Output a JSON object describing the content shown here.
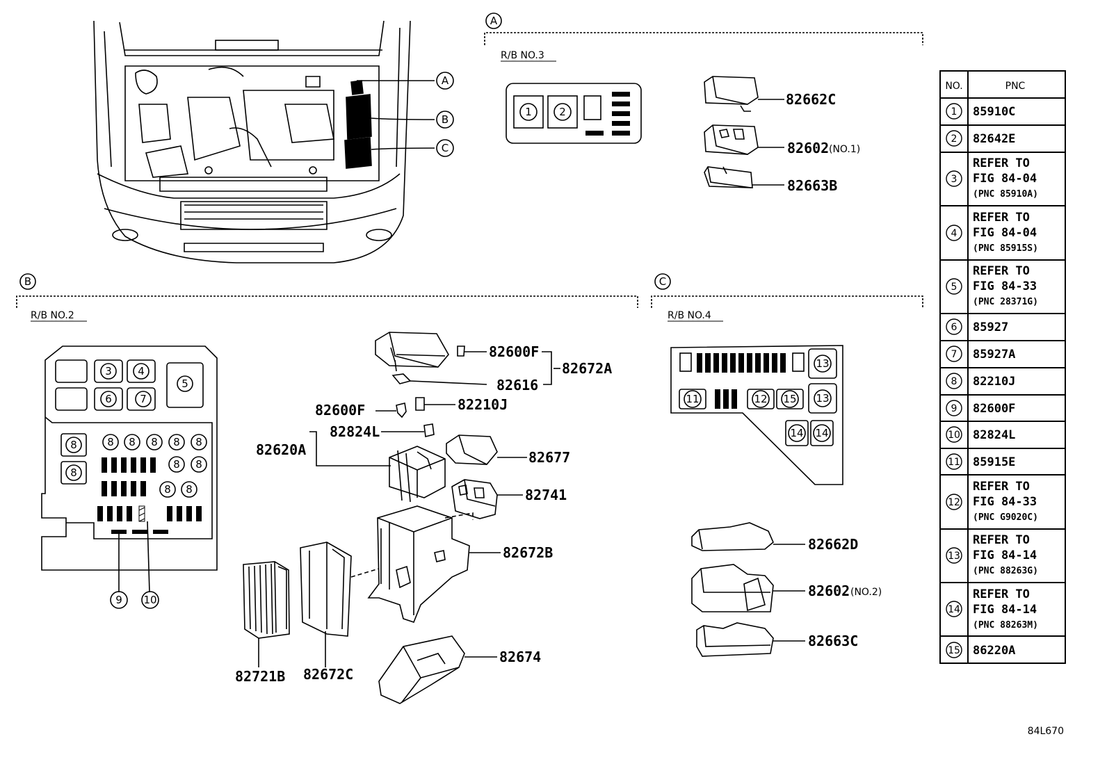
{
  "diagram_id": "84L670",
  "callouts": {
    "a": "A",
    "b": "B",
    "c": "C"
  },
  "sections": {
    "a": {
      "letter": "A",
      "title": "R/B NO.3"
    },
    "b": {
      "letter": "B",
      "title": "R/B NO.2"
    },
    "c": {
      "letter": "C",
      "title": "R/B NO.4"
    }
  },
  "labels": {
    "p82662C": "82662C",
    "p82602_1": "82602",
    "p82602_1_note": "(NO.1)",
    "p82663B": "82663B",
    "p82600F_a": "82600F",
    "p82672A": "82672A",
    "p82616": "82616",
    "p82600F_b": "82600F",
    "p82210J": "82210J",
    "p82824L": "82824L",
    "p82620A": "82620A",
    "p82677": "82677",
    "p82741": "82741",
    "p82672B": "82672B",
    "p82674": "82674",
    "p82721B": "82721B",
    "p82672C": "82672C",
    "p82662D": "82662D",
    "p82602_2": "82602",
    "p82602_2_note": "(NO.2)",
    "p82663C": "82663C"
  },
  "box_numbers": {
    "n1": "1",
    "n2": "2",
    "n3": "3",
    "n4": "4",
    "n5": "5",
    "n6": "6",
    "n7": "7",
    "n8": "8",
    "n9": "9",
    "n10": "10",
    "n11": "11",
    "n12": "12",
    "n13": "13",
    "n14": "14",
    "n15": "15"
  },
  "table": {
    "header_no": "NO.",
    "header_pnc": "PNC",
    "rows": [
      {
        "no": "1",
        "lines": [
          "85910C"
        ]
      },
      {
        "no": "2",
        "lines": [
          "82642E"
        ]
      },
      {
        "no": "3",
        "lines": [
          "REFER TO",
          "FIG 84-04",
          "(PNC 85910A)"
        ]
      },
      {
        "no": "4",
        "lines": [
          "REFER TO",
          "FIG 84-04",
          "(PNC 85915S)"
        ]
      },
      {
        "no": "5",
        "lines": [
          "REFER TO",
          "FIG 84-33",
          "(PNC 28371G)"
        ]
      },
      {
        "no": "6",
        "lines": [
          "85927"
        ]
      },
      {
        "no": "7",
        "lines": [
          "85927A"
        ]
      },
      {
        "no": "8",
        "lines": [
          "82210J"
        ]
      },
      {
        "no": "9",
        "lines": [
          "82600F"
        ]
      },
      {
        "no": "10",
        "lines": [
          "82824L"
        ]
      },
      {
        "no": "11",
        "lines": [
          "85915E"
        ]
      },
      {
        "no": "12",
        "lines": [
          "REFER TO",
          "FIG 84-33",
          "(PNC G9020C)"
        ]
      },
      {
        "no": "13",
        "lines": [
          "REFER TO",
          "FIG 84-14",
          "(PNC 88263G)"
        ]
      },
      {
        "no": "14",
        "lines": [
          "REFER TO",
          "FIG 84-14",
          "(PNC 88263M)"
        ]
      },
      {
        "no": "15",
        "lines": [
          "86220A"
        ]
      }
    ]
  }
}
